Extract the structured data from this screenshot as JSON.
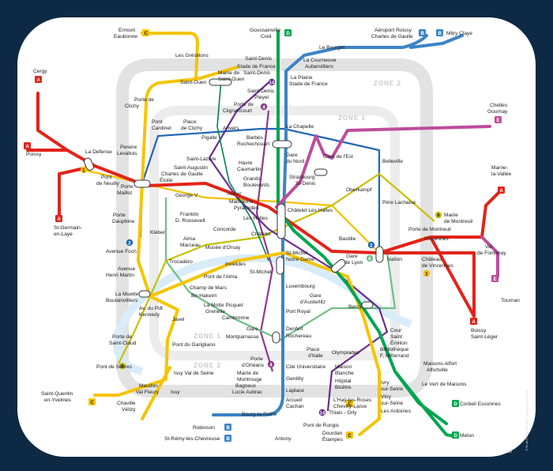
{
  "zones": [
    "ZONE 2",
    "ZONE 1",
    "ZONE 1",
    "ZONE 2"
  ],
  "logo": {
    "brand": "îledeFrance",
    "sub": "mobilités"
  },
  "credit": "© Île-de-France Mobilités - cartographie juin 2025",
  "line_colors": {
    "A": "#e2231a",
    "B": "#3b84c6",
    "C": "#f5c400",
    "D": "#00a54f",
    "E": "#bd4c9c",
    "M1": "#f2c100",
    "M2": "#1f66b3",
    "M4": "#8e3b8f",
    "M6": "#6fbe84",
    "M9": "#c6c000",
    "M14": "#6b2c91",
    "M5": "#f59e2d",
    "M12": "#00814f"
  },
  "badges": [
    {
      "id": "A",
      "text": "A"
    },
    {
      "id": "B",
      "text": "B"
    },
    {
      "id": "C",
      "text": "C"
    },
    {
      "id": "D",
      "text": "D"
    },
    {
      "id": "E",
      "text": "E"
    },
    {
      "id": "1",
      "text": "1"
    },
    {
      "id": "2",
      "text": "2"
    },
    {
      "id": "4",
      "text": "4"
    },
    {
      "id": "6",
      "text": "6"
    },
    {
      "id": "9",
      "text": "9"
    },
    {
      "id": "14",
      "text": "14"
    }
  ],
  "stations": [
    "Ermont",
    "Eaubonne",
    "Goussainville",
    "Creil",
    "Aéroport Roissy",
    "Charles de Gaulle",
    "Mitry Claye",
    "Le Bourget",
    "La Courneuve",
    "Aubervilliers",
    "Les Grésillons",
    "Saint-Denis",
    "Stade de France",
    "Saint-Denis",
    "La Plaine",
    "Stade de France",
    "Saint-Ouen",
    "Mairie de",
    "Saint-Ouen",
    "Saint-Denis",
    "Pleyel",
    "Cergy",
    "Porte de",
    "Clichy",
    "Porte de",
    "Clignancourt",
    "Chelles",
    "Gournay",
    "Pont",
    "Cardinet",
    "Place",
    "de Clichy",
    "Anvers",
    "La Chapelle",
    "Pigalle",
    "Barbès",
    "Rochechouart",
    "Poissy",
    "La Défense",
    "Pereire",
    "Levallois",
    "Gare",
    "du Nord",
    "Gare de l'Est",
    "Belleville",
    "Saint-Lazare",
    "Havre",
    "Caumartin",
    "Saint-Augustin",
    "Charles de Gaulle",
    "Étoile",
    "Grands",
    "Boulevards",
    "Strasbourg",
    "St-Denis",
    "Marne-",
    "la-Vallée",
    "Pont",
    "de Neuilly",
    "Porte",
    "Maillot",
    "Auber",
    "Oberkampf",
    "George V",
    "Madeleine",
    "Pyramides",
    "Les Halles",
    "Châtelet Les Halles",
    "St-Germain-",
    "en-Laye",
    "Franklin",
    "D. Roosevelt",
    "Père Lachaise",
    "Porte",
    "Dauphine",
    "Concorde",
    "Châtelet",
    "Mairie",
    "de Montreuil",
    "Porte de Montreuil",
    "Kléber",
    "Alma",
    "Marceau",
    "Bastille",
    "Vincennes",
    "Musée d'Orsay",
    "Avenue Foch",
    "Trocadéro",
    "Invalides",
    "St-Michel",
    "Notre-Dame",
    "Gare",
    "de Lyon",
    "Nation",
    "Château",
    "de Vincennes",
    "Val",
    "de Fontenay",
    "Avenue",
    "Henri Martin",
    "Pont de l'Alma",
    "St-Michel",
    "Luxembourg",
    "Champ de Mars",
    "Bir-Hakeim",
    "La Muette",
    "Boulainvilliers",
    "Gare",
    "d'Austerlitz",
    "Tournan",
    "Av. du Pdt",
    "Kennedy",
    "La Motte Picquet",
    "Grenelle",
    "Port Royal",
    "Bercy",
    "Javel",
    "Cambronne",
    "Boissy",
    "Saint-Léger",
    "Gare",
    "Montparnasse",
    "Denfert",
    "Rochereau",
    "Porte de",
    "Saint-Cloud",
    "Place",
    "d'Italie",
    "Cour",
    "Saint",
    "Émilion",
    "Pont du Garigliano",
    "Olympiades",
    "Bibliothèque",
    "F. Mitterrand",
    "Pont de Sèvres",
    "Issy Val de Seine",
    "Porte",
    "d'Orléans",
    "Cité Universitaire",
    "Maison",
    "Blanche",
    "Maisons-Alfort",
    "Alfortville",
    "Mairie de",
    "Montrouge",
    "Issy",
    "Gentilly",
    "Hôpital",
    "Bicêtre",
    "Ivry",
    "sur-Seine",
    "Bagneux",
    "Lucie Aubrac",
    "Le Vert de Maisons",
    "Laplace",
    "Vitry",
    "sur-Seine",
    "Arcueil",
    "Cachan",
    "L'Haÿ-les-Roses",
    "Chevilly-Larue",
    "Thiais - Orly",
    "Les Ardoines",
    "Meudon",
    "Val Fleury",
    "Saint-Quentin",
    "en-Yvelines",
    "Bourg-la-Reine",
    "Chaville",
    "Vélizy",
    "Pont de Rungis",
    "Corbeil Essonnes",
    "Robinson",
    "Dourdan",
    "Étampes",
    "St-Rémy-lès-Chevreuse",
    "Antony",
    "Melun"
  ]
}
